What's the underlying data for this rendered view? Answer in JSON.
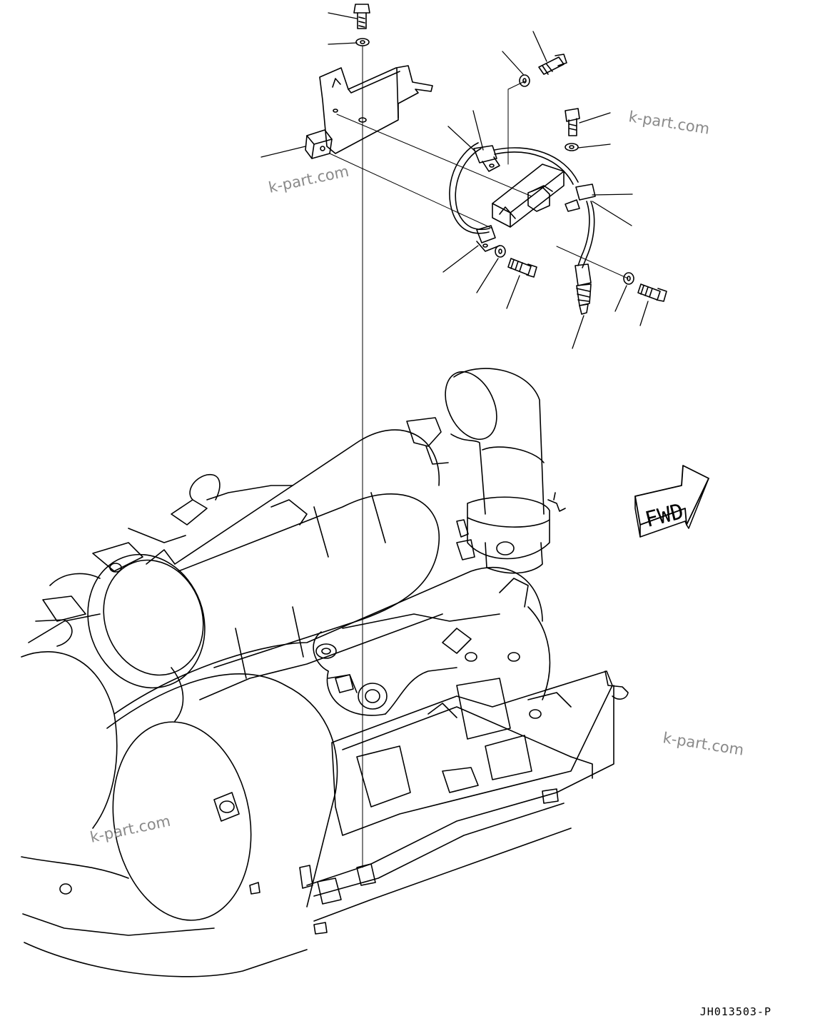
{
  "diagram": {
    "fwd_label": "FWD",
    "drawing_code": "JH013503-P",
    "watermarks": [
      "k-part.com",
      "k-part.com",
      "k-part.com",
      "k-part.com"
    ]
  }
}
